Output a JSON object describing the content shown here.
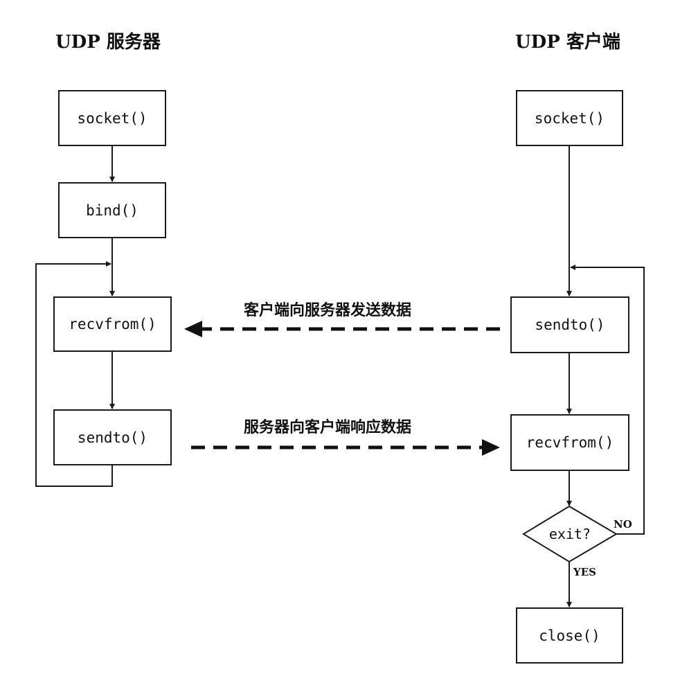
{
  "server": {
    "title": "UDP 服务器",
    "steps": {
      "socket": "socket()",
      "bind": "bind()",
      "recvfrom": "recvfrom()",
      "sendto": "sendto()"
    }
  },
  "client": {
    "title": "UDP 客户端",
    "steps": {
      "socket": "socket()",
      "sendto": "sendto()",
      "recvfrom": "recvfrom()",
      "decision": "exit?",
      "close": "close()"
    },
    "branches": {
      "no": "NO",
      "yes": "YES"
    }
  },
  "messages": {
    "client_to_server": "客户端向服务器发送数据",
    "server_to_client": "服务器向客户端响应数据"
  }
}
